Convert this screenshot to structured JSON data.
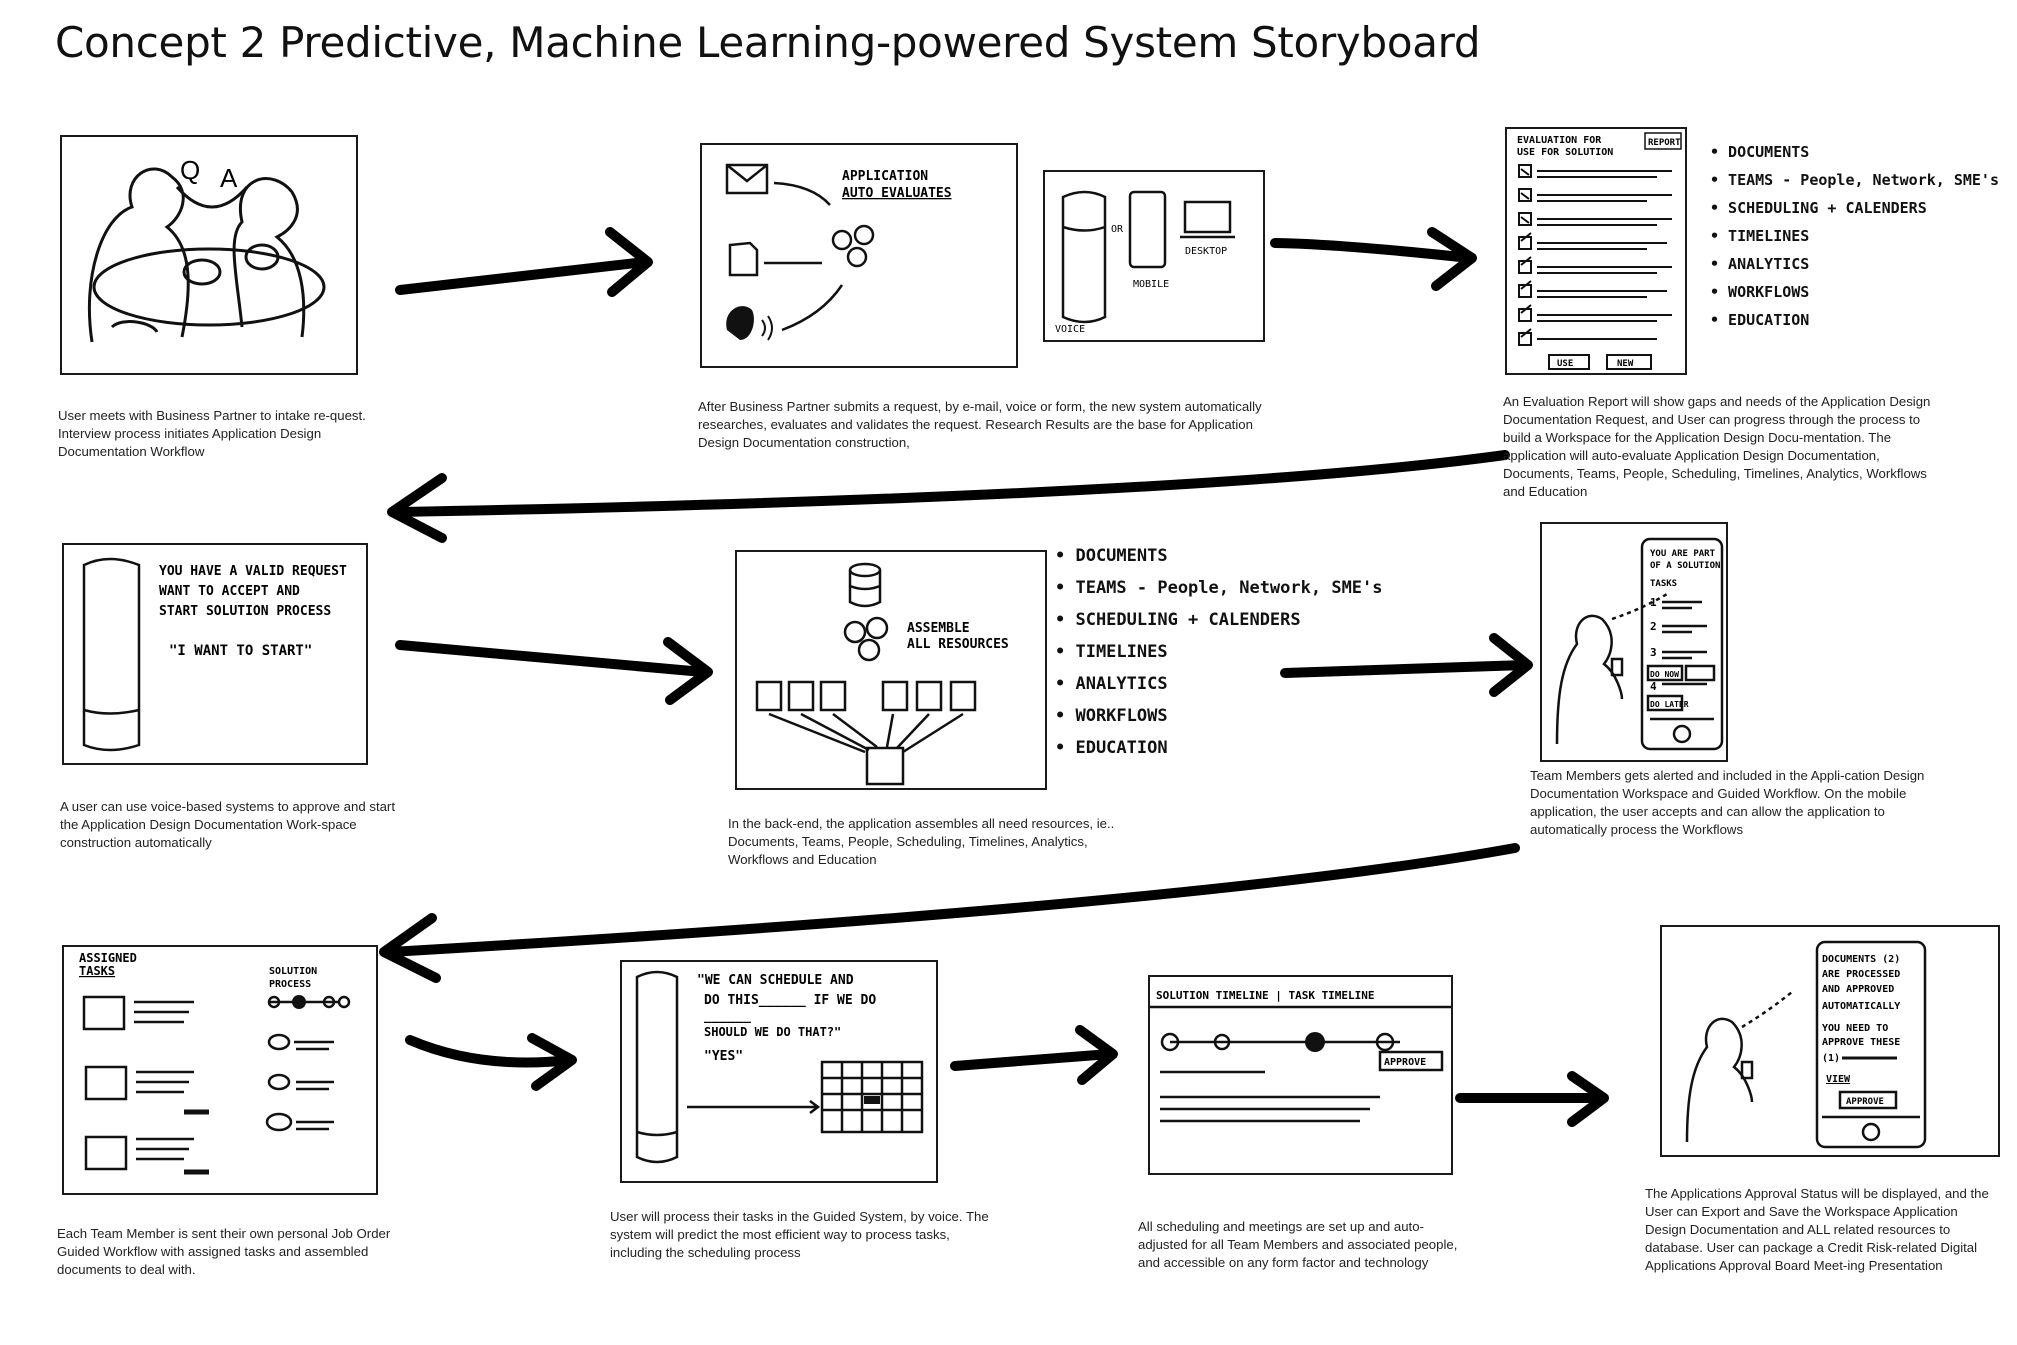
{
  "title": "Concept 2 Predictive, Machine Learning-powered System Storyboard",
  "captions": {
    "p1": "User meets with Business Partner to intake re-quest. Interview process initiates Application Design Documentation Workflow",
    "p2": "After Business Partner submits a request, by e-mail, voice or form, the new system automatically researches, evaluates and validates the request. Research Results are the base for Application Design Documentation construction,",
    "p3": "An Evaluation Report will show gaps and needs of the Application Design Documentation Request, and User can progress through the process to build a Workspace for the Application Design Docu-mentation. The application will auto-evaluate Application Design Documentation, Documents, Teams, People, Scheduling, Timelines, Analytics, Workflows and Education",
    "p4": "A user can use voice-based systems to approve and start the Application Design Documentation Work-space construction automatically",
    "p5": "In the back-end, the application assembles all need resources, ie.. Documents, Teams, People, Scheduling, Timelines, Analytics, Workflows and Education",
    "p6": "Team Members gets alerted and included in the Appli-cation Design Documentation Workspace and Guided Workflow. On the mobile application, the user accepts and can allow the application to automatically process the Workflows",
    "p7": "Each Team Member is sent their own personal Job Order Guided Workflow with assigned tasks and assembled documents to deal with.",
    "p8": "User will process their tasks in the Guided System, by voice. The system will predict the most efficient way to process tasks, including the scheduling process",
    "p9": "All scheduling and meetings are set up and auto-adjusted for all Team Members and associated people, and accessible on any form factor and technology",
    "p10": "The Applications Approval Status will be displayed, and the User can Export and Save the Workspace Application Design Documentation and ALL related resources to database. User can package a Credit Risk-related Digital Applications Approval Board Meet-ing Presentation"
  },
  "sketch": {
    "p1": {
      "q": "Q",
      "a": "A"
    },
    "p2": {
      "heading1": "APPLICATION",
      "heading2": "AUTO EVALUATES",
      "or": "OR",
      "mobile": "MOBILE",
      "desktop": "DESKTOP",
      "voice": "VOICE"
    },
    "p3": {
      "head1": "EVALUATION FOR",
      "head2": "USE FOR SOLUTION",
      "report": "REPORT",
      "use": "USE",
      "new": "NEW"
    },
    "resource_list": [
      "• DOCUMENTS",
      "• TEAMS - People, Network, SME's",
      "• SCHEDULING + CALENDERS",
      "• TIMELINES",
      "• ANALYTICS",
      "• WORKFLOWS",
      "• EDUCATION"
    ],
    "p4": {
      "line1": "YOU HAVE A VALID REQUEST",
      "line2": "WANT TO ACCEPT AND",
      "line3": "START SOLUTION PROCESS",
      "quote": "\"I WANT TO START\""
    },
    "p5": {
      "assemble1": "ASSEMBLE",
      "assemble2": "ALL RESOURCES"
    },
    "p6": {
      "l1": "YOU ARE PART",
      "l2": "OF A SOLUTION",
      "tasks": "TASKS",
      "n1": "1",
      "n2": "2",
      "n3": "3",
      "n4": "4",
      "donow": "DO NOW",
      "dolater": "DO LATER"
    },
    "p7": {
      "assigned": "ASSIGNED",
      "tasks": "TASKS",
      "solution": "SOLUTION",
      "process": "PROCESS"
    },
    "p8": {
      "q1": "\"WE CAN SCHEDULE AND",
      "q2": "DO THIS______ IF WE DO",
      "q3": "______",
      "q4": "SHOULD WE DO THAT?\"",
      "yes": "\"YES\""
    },
    "p9": {
      "tabs": "SOLUTION  TIMELINE | TASK TIMELINE",
      "approve": "APPROVE"
    },
    "p10": {
      "l1": "DOCUMENTS (2)",
      "l2": "ARE PROCESSED",
      "l3": "AND APPROVED",
      "l4": "AUTOMATICALLY",
      "l5": "YOU NEED TO",
      "l6": "APPROVE THESE",
      "n1": "(1)",
      "view": "VIEW",
      "approve": "APPROVE"
    }
  }
}
